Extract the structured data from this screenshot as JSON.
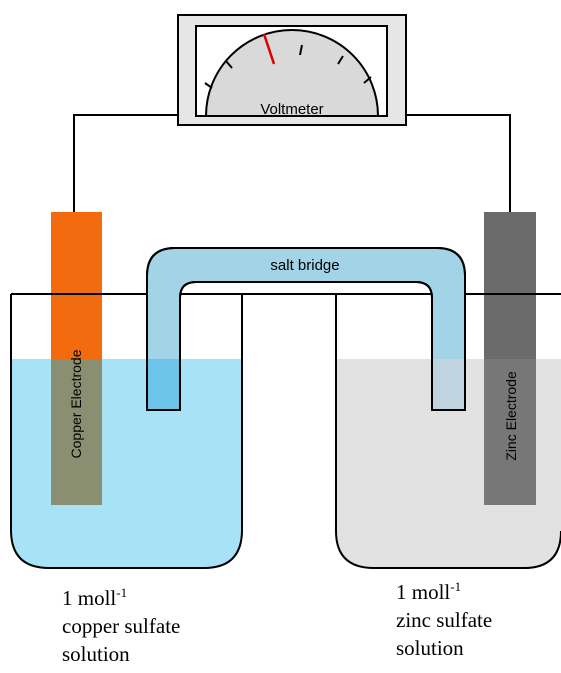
{
  "voltmeter": {
    "label": "Voltmeter"
  },
  "salt_bridge": {
    "label": "salt bridge"
  },
  "left_cell": {
    "electrode_label": "Copper Electrode",
    "concentration_value": "1 moll",
    "concentration_exponent": "-1",
    "solution_line1": "copper sulfate",
    "solution_line2": "solution"
  },
  "right_cell": {
    "electrode_label": "Zinc Electrode",
    "concentration_value": "1 moll",
    "concentration_exponent": "-1",
    "solution_line1": "zinc sulfate",
    "solution_line2": "solution"
  },
  "colors": {
    "copper_solution": "#a8e2f7",
    "zinc_solution": "#e2e2e2",
    "copper_electrode": "#f26c0f",
    "zinc_electrode": "#707070",
    "salt_bridge": "#a3d3e6",
    "needle": "#e00000",
    "meter_face": "#d9d9d9"
  }
}
